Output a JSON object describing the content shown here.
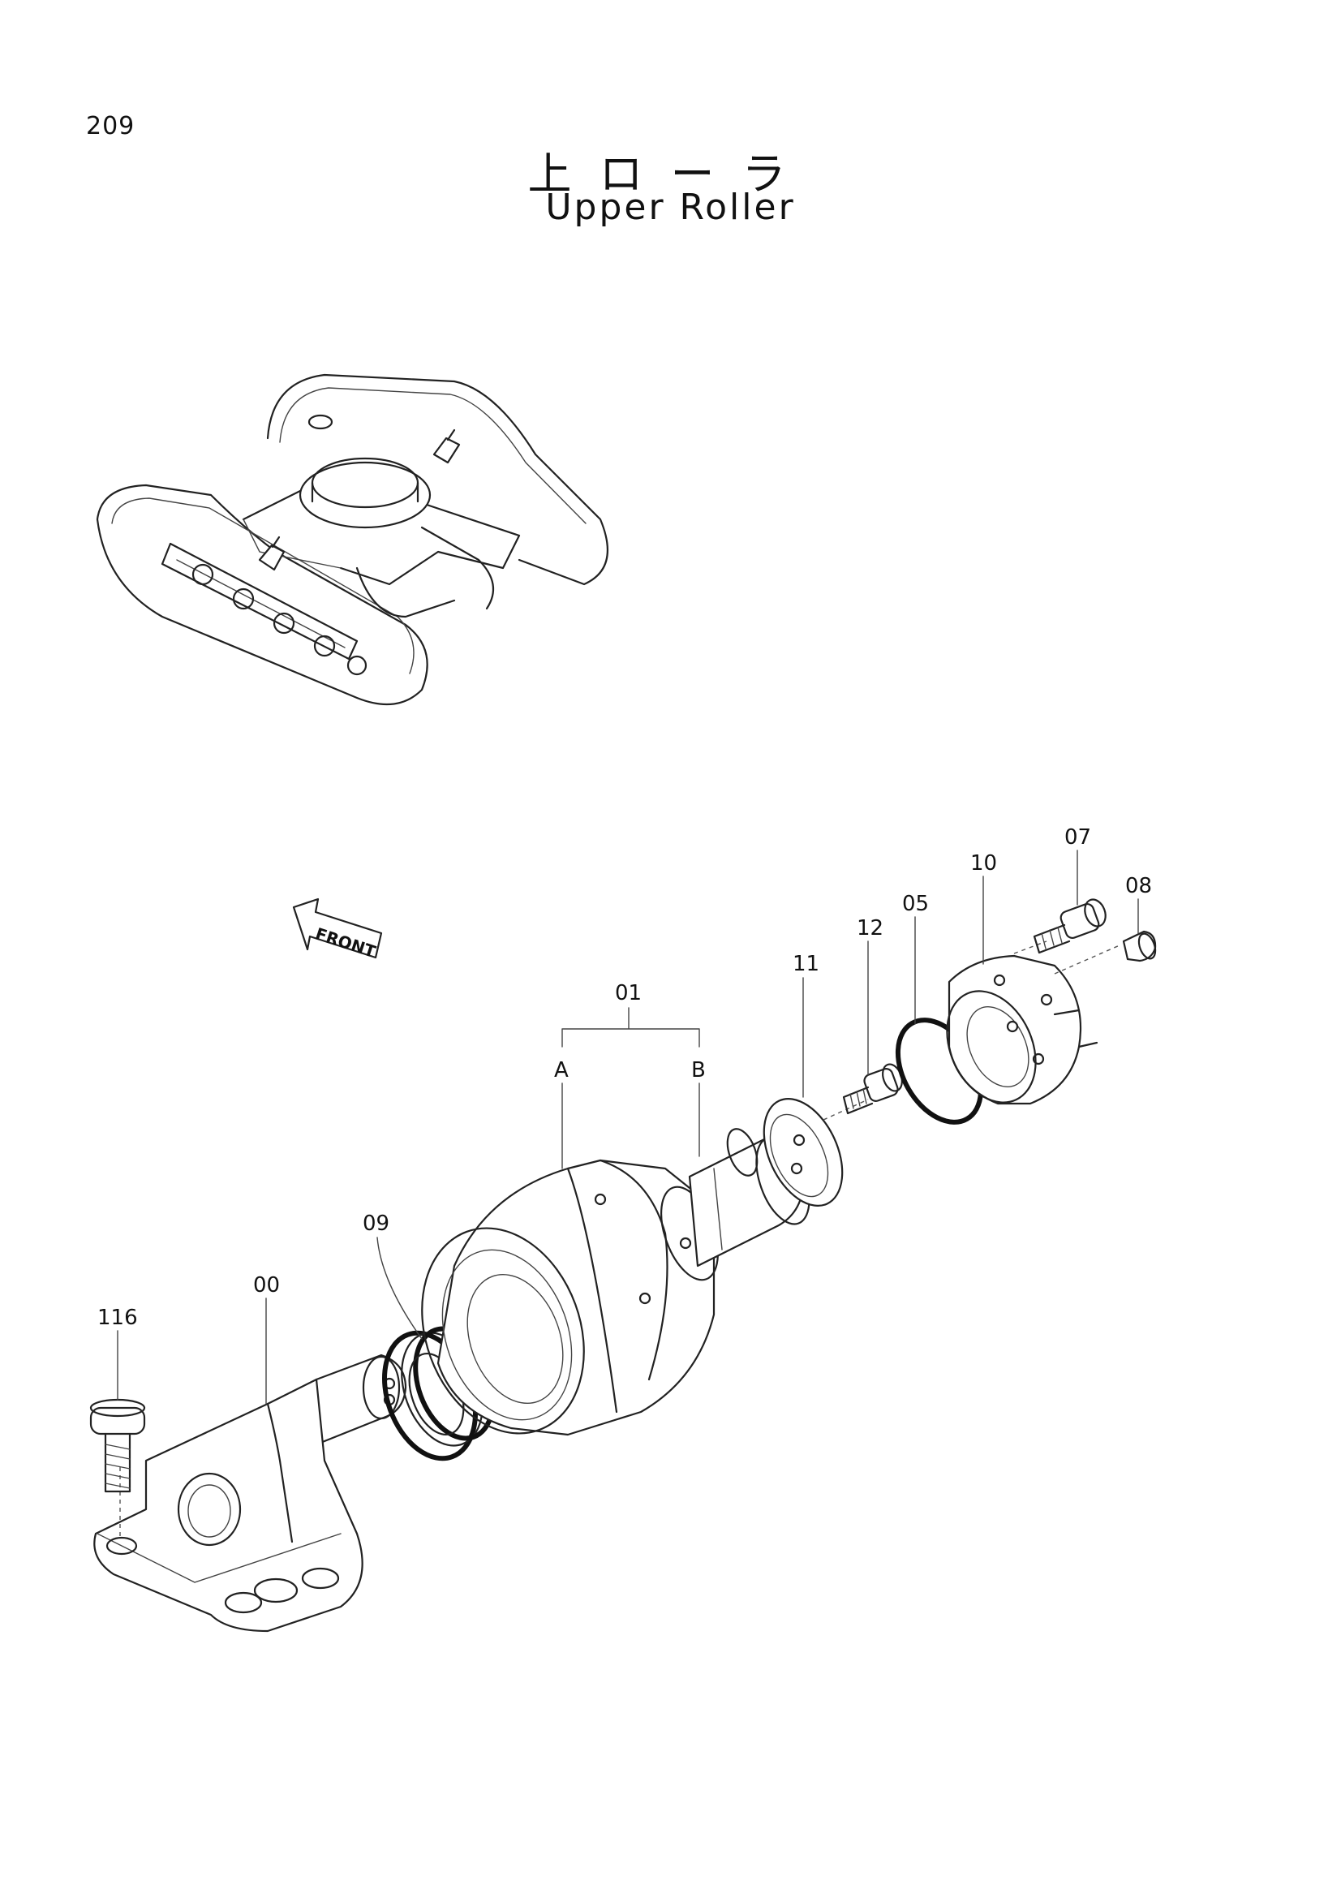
{
  "page_number": "209",
  "title_jp": "上ローラ",
  "title_en": "Upper Roller",
  "front_marker": "FRONT",
  "part_labels": {
    "p00": "00",
    "p01": "01",
    "pA": "A",
    "pB": "B",
    "p05": "05",
    "p07": "07",
    "p08": "08",
    "p09": "09",
    "p10": "10",
    "p11": "11",
    "p12": "12",
    "p116": "116"
  }
}
